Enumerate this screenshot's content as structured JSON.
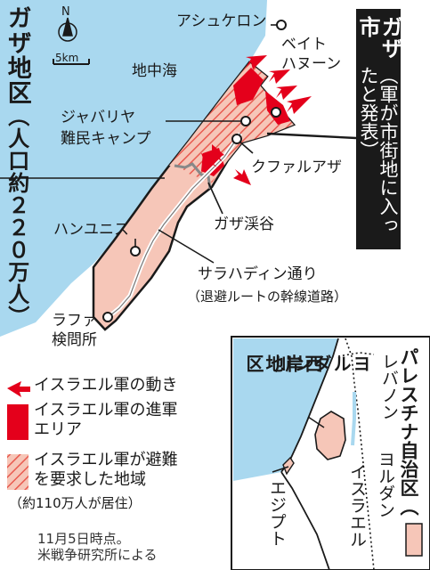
{
  "title": {
    "main": "ガザ地区",
    "population": "（人口約２２０万人）"
  },
  "compass": {
    "label": "N"
  },
  "scale": {
    "label": "5km"
  },
  "places": {
    "ashkelon": "アシュケロン",
    "beit_hanoun": [
      "ベイト",
      "ハヌーン"
    ],
    "mediterranean": "地中海",
    "jabalia": [
      "ジャバリヤ",
      "難民キャンプ"
    ],
    "khuza": "クファルアザ",
    "gaza_valley": "ガザ渓谷",
    "khan_younis": "ハンユニス",
    "salah_road": [
      "サラハディン通り",
      "（退避ルートの幹線道路）"
    ],
    "rafah": [
      "ラファ",
      "検問所"
    ]
  },
  "gaza_city": {
    "title": "ガザ市",
    "note": [
      "（軍が市街地に",
      "入ったと発表）"
    ]
  },
  "legend": {
    "movement": "イスラエル軍の動き",
    "advance": [
      "イスラエル軍の進軍",
      "エリア"
    ],
    "evacuation": [
      "イスラエル軍が避難",
      "を要求した地域"
    ],
    "evacuation_note": "（約110万人が居住）"
  },
  "source": [
    "11月5日時点。",
    "米戦争研究所による"
  ],
  "inset": {
    "palestine": "パレスチナ自治区（",
    "west_bank": [
      "ヨルダン川",
      "西岸地区"
    ],
    "lebanon": "レバノン",
    "jordan": "ヨルダン",
    "israel": "イスラエル",
    "egypt": "エジプト"
  },
  "colors": {
    "sea": "#a9d8ef",
    "gaza_fill": "#f6c6b8",
    "advance": "#e4001b",
    "hatch": "#e85a4f",
    "arrow": "#e4001b",
    "box": "#1a1a1a"
  }
}
